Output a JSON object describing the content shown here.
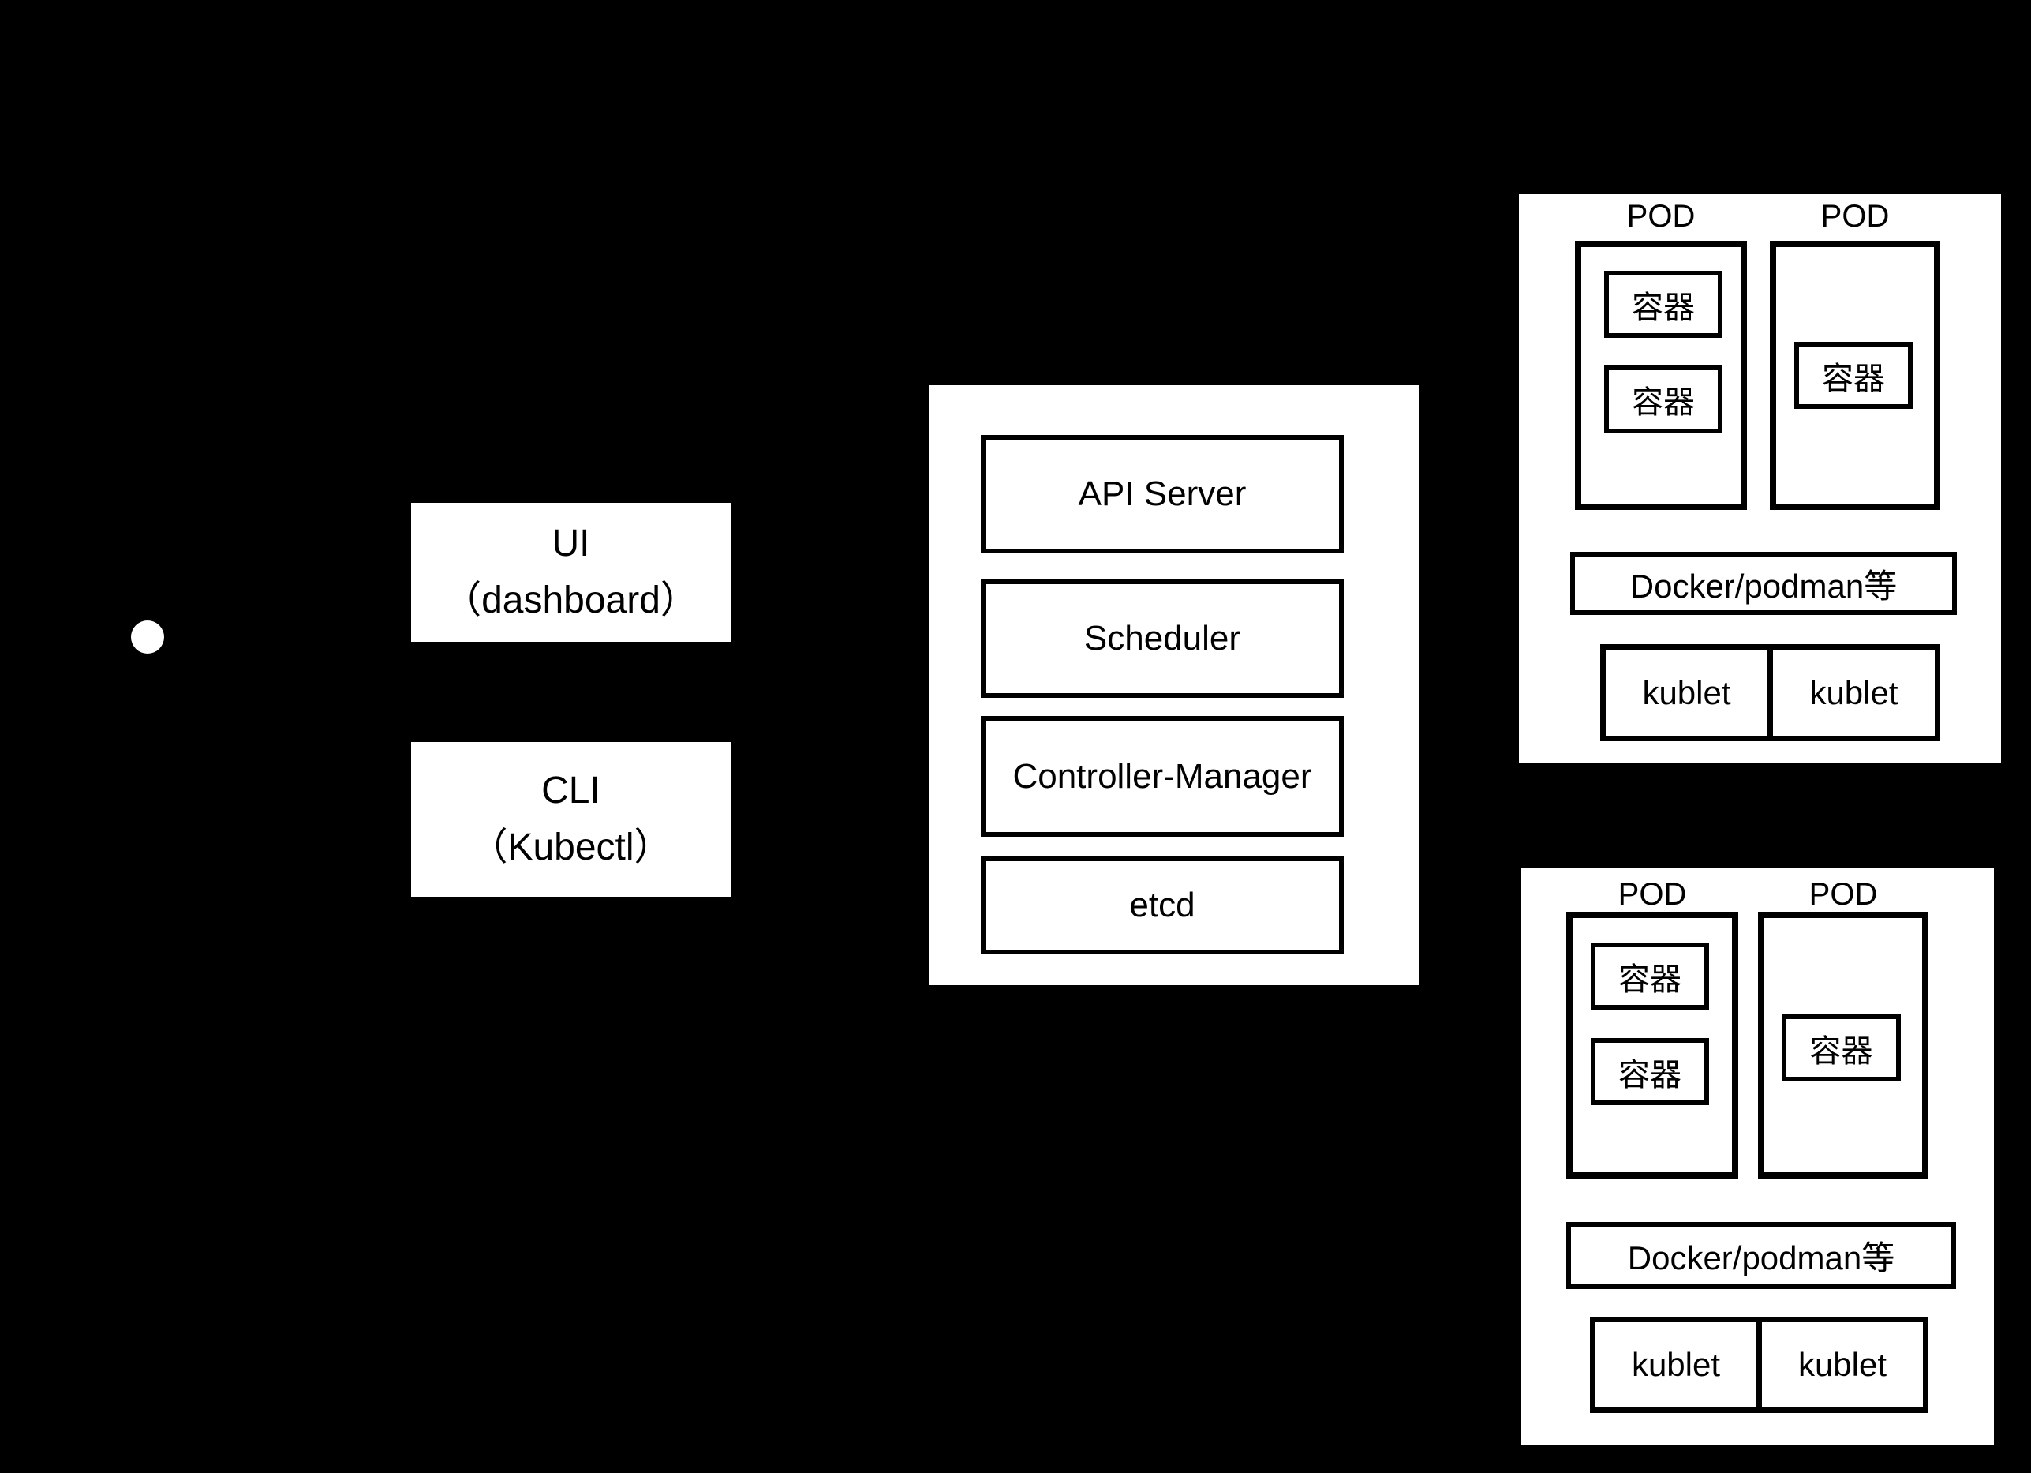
{
  "diagram": {
    "colors": {
      "background": "#000000",
      "panel_fill": "#ffffff",
      "line_and_text": "#000000"
    },
    "pointer_dot": {
      "shape": "white-circle"
    },
    "clients": {
      "ui": {
        "line1": "UI",
        "line2": "（dashboard）"
      },
      "cli": {
        "line1": "CLI",
        "line2": "（Kubectl）"
      }
    },
    "control_plane": {
      "api_server": "API Server",
      "scheduler": "Scheduler",
      "controller_manager": "Controller-Manager",
      "etcd": "etcd"
    },
    "nodes": [
      {
        "pods": [
          {
            "label": "POD",
            "containers": [
              "容器",
              "容器"
            ]
          },
          {
            "label": "POD",
            "containers": [
              "容器"
            ]
          }
        ],
        "runtime": "Docker/podman等",
        "kubelets": [
          "kublet",
          "kublet"
        ]
      },
      {
        "pods": [
          {
            "label": "POD",
            "containers": [
              "容器",
              "容器"
            ]
          },
          {
            "label": "POD",
            "containers": [
              "容器"
            ]
          }
        ],
        "runtime": "Docker/podman等",
        "kubelets": [
          "kublet",
          "kublet"
        ]
      }
    ]
  }
}
